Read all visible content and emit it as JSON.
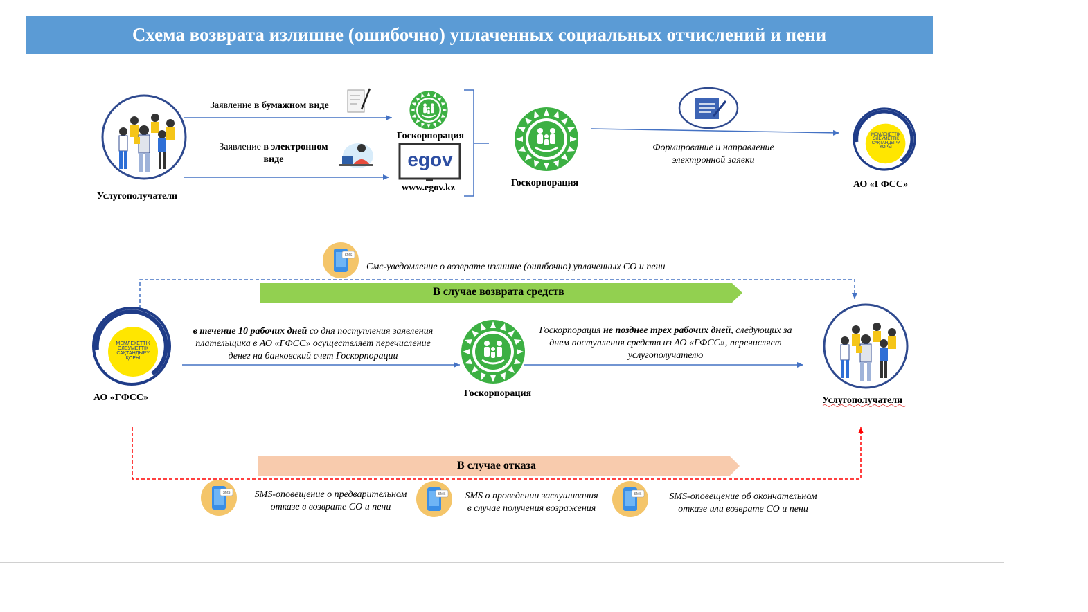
{
  "title": "Схема возврата излишне (ошибочно) уплаченных социальных отчислений и пени",
  "colors": {
    "title_bg": "#5b9bd5",
    "arrow_blue": "#4472c4",
    "refund_band": "#92d050",
    "refusal_band": "#f8cbad",
    "refusal_line": "#ff0000",
    "gfss_blue": "#1f3c88",
    "gfss_yellow": "#ffe600",
    "gov_green": "#3cb043",
    "sms_circle": "#f4c56a"
  },
  "top": {
    "recipients_label": "Услугополучатели",
    "paper_app_prefix": "Заявление ",
    "paper_app_bold": "в бумажном виде",
    "electronic_app_prefix": "Заявление ",
    "electronic_app_bold_1": "в электронном",
    "electronic_app_bold_2": "виде",
    "goskorp_label_1": "Госкорпорация",
    "egov_logo": "egov",
    "egov_url": "www.egov.kz",
    "goskorp_label_2": "Госкорпорация",
    "forming_text_1": "Формирование и направление",
    "forming_text_2": "электронной заявки",
    "gfss_label": "АО «ГФСС»"
  },
  "middle": {
    "sms_refund_text": "Смс-уведомление о возврате излишне (ошибочно) уплаченных СО и пени",
    "refund_band_label": "В случае возврата средств",
    "gfss_label": "АО «ГФСС»",
    "gfss_transfer_bold": "в течение 10 рабочих дней",
    "gfss_transfer_rest_1": " со дня поступления заявления",
    "gfss_transfer_line_2": "плательщика в АО «ГФСС» осуществляет перечисление",
    "gfss_transfer_line_3": "денег на банковский счет Госкорпорации",
    "goskorp_label": "Госкорпорация",
    "goskorp_transfer_prefix": "Госкорпорация ",
    "goskorp_transfer_bold": "не позднее трех рабочих дней",
    "goskorp_transfer_rest_1": ", следующих за",
    "goskorp_transfer_line_2": "днем поступления средств из АО «ГФСС», перечисляет",
    "goskorp_transfer_line_3": "услугополучателю",
    "recipients_label": "Услугополучатели"
  },
  "bottom": {
    "refusal_band_label": "В случае отказа",
    "sms_1_line_1": "SMS-оповещение о предварительном",
    "sms_1_line_2": "отказе в возврате СО и пени",
    "sms_2_line_1": "SMS о проведении заслушивания",
    "sms_2_line_2": "в случае получения возражения",
    "sms_3_line_1": "SMS-оповещение об окончательном",
    "sms_3_line_2": "отказе или возврате СО и пени"
  },
  "logo_text": {
    "gfss_logo_line_1": "МЕМЛЕКЕТТІК",
    "gfss_logo_line_2": "ӘЛЕУМЕТТІК",
    "gfss_logo_line_3": "САҚТАНДЫРУ",
    "gfss_logo_line_4": "ҚОРЫ",
    "sms_badge": "SMS"
  },
  "icons": [
    "people-group-icon",
    "document-pen-icon",
    "laptop-user-icon",
    "gov-sun-logo-icon",
    "egov-monitor-icon",
    "edit-document-icon",
    "gfss-logo-icon",
    "phone-sms-icon"
  ]
}
